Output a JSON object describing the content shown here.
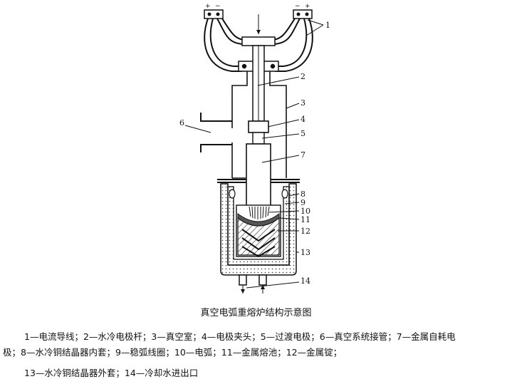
{
  "diagram": {
    "polarity": {
      "left": [
        "+",
        "−"
      ],
      "right": [
        "−",
        "+"
      ]
    },
    "callouts": [
      "1",
      "2",
      "3",
      "4",
      "5",
      "6",
      "7",
      "8",
      "9",
      "10",
      "11",
      "12",
      "13",
      "14"
    ]
  },
  "caption": "真空电弧重熔炉结构示意图",
  "legend": {
    "line1": "1—电流导线；2—水冷电极杆；3—真空室；4—电极夹头；5—过渡电极；6—真空系统接管；7—金属自耗电",
    "line2": "极；8—水冷铜结晶器内套；9—稳弧线圈；10—电弧；11—金属熔池；12—金属锭；",
    "line3": "13—水冷铜结晶器外套；14—冷却水进出口"
  },
  "colors": {
    "ink": "#111111",
    "background": "#ffffff"
  }
}
